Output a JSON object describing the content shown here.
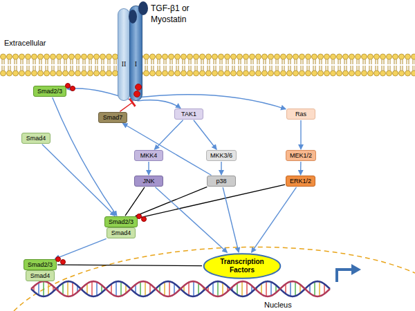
{
  "diagram": {
    "nodes": [
      {
        "text": [
          "II"
        ]
      },
      {
        "text": [
          "I"
        ]
      },
      {
        "text": [
          "Smad2/3"
        ]
      },
      {
        "text": [
          "Smad7"
        ]
      },
      {
        "text": [
          "TAK1"
        ]
      },
      {
        "text": [
          "Ras"
        ]
      },
      {
        "text": [
          "Smad4"
        ]
      },
      {
        "text": [
          "MKK4"
        ]
      },
      {
        "text": [
          "MKK3/6"
        ]
      },
      {
        "text": [
          "MEK1/2"
        ]
      },
      {
        "text": [
          "JNK"
        ]
      },
      {
        "text": [
          "p38"
        ]
      },
      {
        "text": [
          "ERK1/2"
        ]
      },
      {
        "text": [
          "Smad2/3"
        ]
      },
      {
        "text": [
          "Smad4"
        ]
      },
      {
        "text": [
          "Transcription Factors"
        ]
      },
      {
        "text": [
          "Smad2/3"
        ]
      },
      {
        "text": [
          "Smad4"
        ]
      }
    ],
    "edges": [
      {
        "from": 1,
        "to": 2,
        "arrow": "to"
      },
      {
        "from": 3,
        "to": 1,
        "arrow": "to"
      },
      {
        "from": 1,
        "to": 4,
        "arrow": "to"
      },
      {
        "from": 1,
        "to": 5,
        "arrow": "to"
      },
      {
        "from": 4,
        "to": 7,
        "arrow": "to"
      },
      {
        "from": 4,
        "to": 8,
        "arrow": "to"
      },
      {
        "from": 7,
        "to": 10,
        "arrow": "to"
      },
      {
        "from": 8,
        "to": 11,
        "arrow": "to"
      },
      {
        "from": 5,
        "to": 9,
        "arrow": "to"
      },
      {
        "from": 9,
        "to": 12,
        "arrow": "to"
      },
      {
        "from": 11,
        "to": 3,
        "arrow": "to"
      },
      {
        "from": 2,
        "to": 13,
        "arrow": "to"
      },
      {
        "from": 6,
        "to": 13,
        "arrow": "to"
      },
      {
        "from": 14,
        "to": 16,
        "arrow": "to"
      },
      {
        "from": 10,
        "to": 13,
        "arrow": "none"
      },
      {
        "from": 11,
        "to": 13,
        "arrow": "none"
      },
      {
        "from": 12,
        "to": 13,
        "arrow": "none"
      },
      {
        "from": 10,
        "to": 15,
        "arrow": "to"
      },
      {
        "from": 11,
        "to": 15,
        "arrow": "to"
      },
      {
        "from": 12,
        "to": 15,
        "arrow": "to"
      },
      {
        "from": 16,
        "to": 15,
        "arrow": "none"
      }
    ],
    "labels": [
      "TGF-β1 or Myostatin",
      "Extracellular",
      "Nucleus"
    ]
  }
}
